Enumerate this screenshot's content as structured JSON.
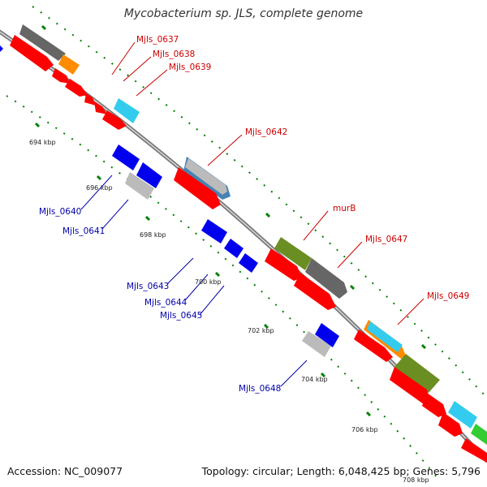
{
  "title": "Mycobacterium sp. JLS, complete genome",
  "footer": {
    "accession": "Accession: NC_009077",
    "topology": "Topology: circular; Length: 6,048,425 bp; Genes: 5,796"
  },
  "ticks": [
    "694 kbp",
    "696 kbp",
    "698 kbp",
    "700 kbp",
    "702 kbp",
    "704 kbp",
    "706 kbp",
    "708 kbp"
  ],
  "gene_labels": {
    "top": [
      "Mjls_0637",
      "Mjls_0638",
      "Mjls_0639",
      "Mjls_0642",
      "murB",
      "Mjls_0647",
      "Mjls_0649"
    ],
    "bottom": [
      "Mjls_0640",
      "Mjls_0641",
      "Mjls_0643",
      "Mjls_0644",
      "Mjls_0645",
      "Mjls_0648"
    ]
  },
  "colors": {
    "forward_label": "#cc0000",
    "reverse_label": "#0000aa",
    "cds_red": "#ff0000",
    "cds_blue": "#0000ee",
    "gray": "#666666",
    "light_gray": "#bbbbbb",
    "orange": "#ff8c00",
    "cyan": "#33ccee",
    "olive": "#6b8e23",
    "steel": "#4682b4",
    "green": "#33cc33",
    "tick_green": "#008000"
  }
}
